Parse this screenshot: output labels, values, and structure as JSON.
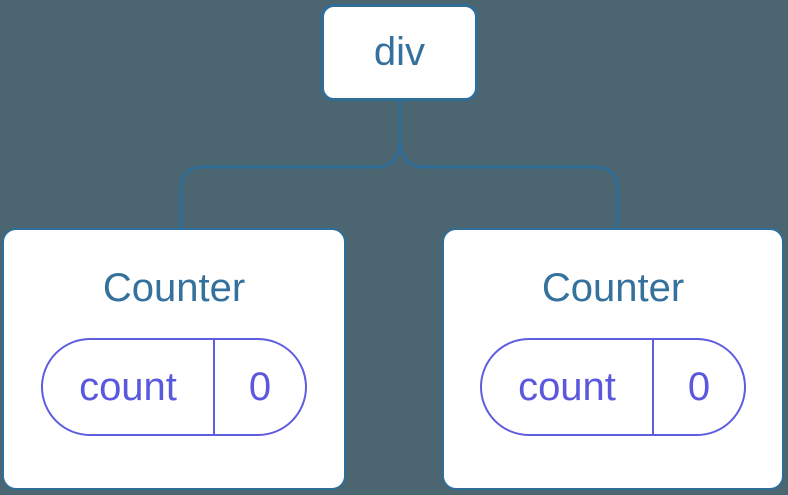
{
  "diagram": {
    "type": "component-tree",
    "colors": {
      "background": "#4b6670",
      "node_fill": "#ffffff",
      "node_border_blue": "#2e6e99",
      "connector_blue": "#2e6e99",
      "node_text_blue": "#35719d",
      "state_purple": "#5b58dd",
      "state_border_purple": "#5f5ce0"
    },
    "root": {
      "label": "div"
    },
    "children": [
      {
        "title": "Counter",
        "state": {
          "key": "count",
          "value": "0"
        }
      },
      {
        "title": "Counter",
        "state": {
          "key": "count",
          "value": "0"
        }
      }
    ]
  }
}
